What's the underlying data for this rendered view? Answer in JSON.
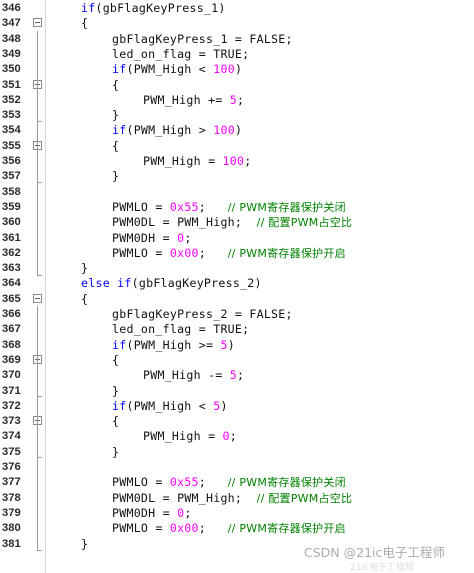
{
  "editor": {
    "lines": [
      {
        "n": "346",
        "fold": false,
        "ind": 2,
        "segs": [
          {
            "t": "if",
            "c": "kw"
          },
          {
            "t": "(gbFlagKeyPress_1)"
          }
        ]
      },
      {
        "n": "347",
        "fold": true,
        "ind": 2,
        "segs": [
          {
            "t": "{"
          }
        ]
      },
      {
        "n": "348",
        "fold": false,
        "ind": 4,
        "segs": [
          {
            "t": "gbFlagKeyPress_1 = FALSE;"
          }
        ]
      },
      {
        "n": "349",
        "fold": false,
        "ind": 4,
        "segs": [
          {
            "t": "led_on_flag = TRUE;"
          }
        ]
      },
      {
        "n": "350",
        "fold": false,
        "ind": 4,
        "segs": [
          {
            "t": "if",
            "c": "kw"
          },
          {
            "t": "(PWM_High < "
          },
          {
            "t": "100",
            "c": "num"
          },
          {
            "t": ")"
          }
        ]
      },
      {
        "n": "351",
        "fold": true,
        "ind": 4,
        "segs": [
          {
            "t": "{"
          }
        ]
      },
      {
        "n": "352",
        "fold": false,
        "ind": 6,
        "segs": [
          {
            "t": "PWM_High += "
          },
          {
            "t": "5",
            "c": "num"
          },
          {
            "t": ";"
          }
        ]
      },
      {
        "n": "353",
        "fold": false,
        "ind": 4,
        "segs": [
          {
            "t": "}"
          }
        ]
      },
      {
        "n": "354",
        "fold": false,
        "ind": 4,
        "segs": [
          {
            "t": "if",
            "c": "kw"
          },
          {
            "t": "(PWM_High > "
          },
          {
            "t": "100",
            "c": "num"
          },
          {
            "t": ")"
          }
        ]
      },
      {
        "n": "355",
        "fold": true,
        "ind": 4,
        "segs": [
          {
            "t": "{"
          }
        ]
      },
      {
        "n": "356",
        "fold": false,
        "ind": 6,
        "segs": [
          {
            "t": "PWM_High = "
          },
          {
            "t": "100",
            "c": "num"
          },
          {
            "t": ";"
          }
        ]
      },
      {
        "n": "357",
        "fold": false,
        "ind": 4,
        "segs": [
          {
            "t": "}"
          }
        ]
      },
      {
        "n": "358",
        "fold": false,
        "ind": 0,
        "segs": []
      },
      {
        "n": "359",
        "fold": false,
        "ind": 4,
        "segs": [
          {
            "t": "PWMLO = "
          },
          {
            "t": "0x55",
            "c": "num"
          },
          {
            "t": ";   "
          },
          {
            "t": "// PWM寄存器保护关闭",
            "c": "cm"
          }
        ]
      },
      {
        "n": "360",
        "fold": false,
        "ind": 4,
        "segs": [
          {
            "t": "PWM0DL = PWM_High;  "
          },
          {
            "t": "// 配置PWM占空比",
            "c": "cm"
          }
        ]
      },
      {
        "n": "361",
        "fold": false,
        "ind": 4,
        "segs": [
          {
            "t": "PWM0DH = "
          },
          {
            "t": "0",
            "c": "num"
          },
          {
            "t": ";"
          }
        ]
      },
      {
        "n": "362",
        "fold": false,
        "ind": 4,
        "segs": [
          {
            "t": "PWMLO = "
          },
          {
            "t": "0x00",
            "c": "num"
          },
          {
            "t": ";   "
          },
          {
            "t": "// PWM寄存器保护开启",
            "c": "cm"
          }
        ]
      },
      {
        "n": "363",
        "fold": false,
        "ind": 2,
        "segs": [
          {
            "t": "}"
          }
        ]
      },
      {
        "n": "364",
        "fold": false,
        "ind": 2,
        "segs": [
          {
            "t": "else if",
            "c": "kw"
          },
          {
            "t": "(gbFlagKeyPress_2)"
          }
        ]
      },
      {
        "n": "365",
        "fold": true,
        "ind": 2,
        "segs": [
          {
            "t": "{"
          }
        ]
      },
      {
        "n": "366",
        "fold": false,
        "ind": 4,
        "segs": [
          {
            "t": "gbFlagKeyPress_2 = FALSE;"
          }
        ]
      },
      {
        "n": "367",
        "fold": false,
        "ind": 4,
        "segs": [
          {
            "t": "led_on_flag = TRUE;"
          }
        ]
      },
      {
        "n": "368",
        "fold": false,
        "ind": 4,
        "segs": [
          {
            "t": "if",
            "c": "kw"
          },
          {
            "t": "(PWM_High >= "
          },
          {
            "t": "5",
            "c": "num"
          },
          {
            "t": ")"
          }
        ]
      },
      {
        "n": "369",
        "fold": true,
        "ind": 4,
        "segs": [
          {
            "t": "{"
          }
        ]
      },
      {
        "n": "370",
        "fold": false,
        "ind": 6,
        "segs": [
          {
            "t": "PWM_High -= "
          },
          {
            "t": "5",
            "c": "num"
          },
          {
            "t": ";"
          }
        ]
      },
      {
        "n": "371",
        "fold": false,
        "ind": 4,
        "segs": [
          {
            "t": "}"
          }
        ]
      },
      {
        "n": "372",
        "fold": false,
        "ind": 4,
        "segs": [
          {
            "t": "if",
            "c": "kw"
          },
          {
            "t": "(PWM_High < "
          },
          {
            "t": "5",
            "c": "num"
          },
          {
            "t": ")"
          }
        ]
      },
      {
        "n": "373",
        "fold": true,
        "ind": 4,
        "segs": [
          {
            "t": "{"
          }
        ]
      },
      {
        "n": "374",
        "fold": false,
        "ind": 6,
        "segs": [
          {
            "t": "PWM_High = "
          },
          {
            "t": "0",
            "c": "num"
          },
          {
            "t": ";"
          }
        ]
      },
      {
        "n": "375",
        "fold": false,
        "ind": 4,
        "segs": [
          {
            "t": "}"
          }
        ]
      },
      {
        "n": "376",
        "fold": false,
        "ind": 0,
        "segs": []
      },
      {
        "n": "377",
        "fold": false,
        "ind": 4,
        "segs": [
          {
            "t": "PWMLO = "
          },
          {
            "t": "0x55",
            "c": "num"
          },
          {
            "t": ";   "
          },
          {
            "t": "// PWM寄存器保护关闭",
            "c": "cm"
          }
        ]
      },
      {
        "n": "378",
        "fold": false,
        "ind": 4,
        "segs": [
          {
            "t": "PWM0DL = PWM_High;  "
          },
          {
            "t": "// 配置PWM占空比",
            "c": "cm"
          }
        ]
      },
      {
        "n": "379",
        "fold": false,
        "ind": 4,
        "segs": [
          {
            "t": "PWM0DH = "
          },
          {
            "t": "0",
            "c": "num"
          },
          {
            "t": ";"
          }
        ]
      },
      {
        "n": "380",
        "fold": false,
        "ind": 4,
        "segs": [
          {
            "t": "PWMLO = "
          },
          {
            "t": "0x00",
            "c": "num"
          },
          {
            "t": ";   "
          },
          {
            "t": "// PWM寄存器保护开启",
            "c": "cm"
          }
        ]
      },
      {
        "n": "381",
        "fold": false,
        "ind": 2,
        "segs": [
          {
            "t": "}"
          }
        ]
      }
    ]
  },
  "watermark": {
    "text": "CSDN @21ic电子工程师",
    "ghost": "21ic电子工程师"
  },
  "colors": {
    "keyword": "#0000ff",
    "number": "#ff00ff",
    "comment": "#008000",
    "text": "#111111"
  }
}
